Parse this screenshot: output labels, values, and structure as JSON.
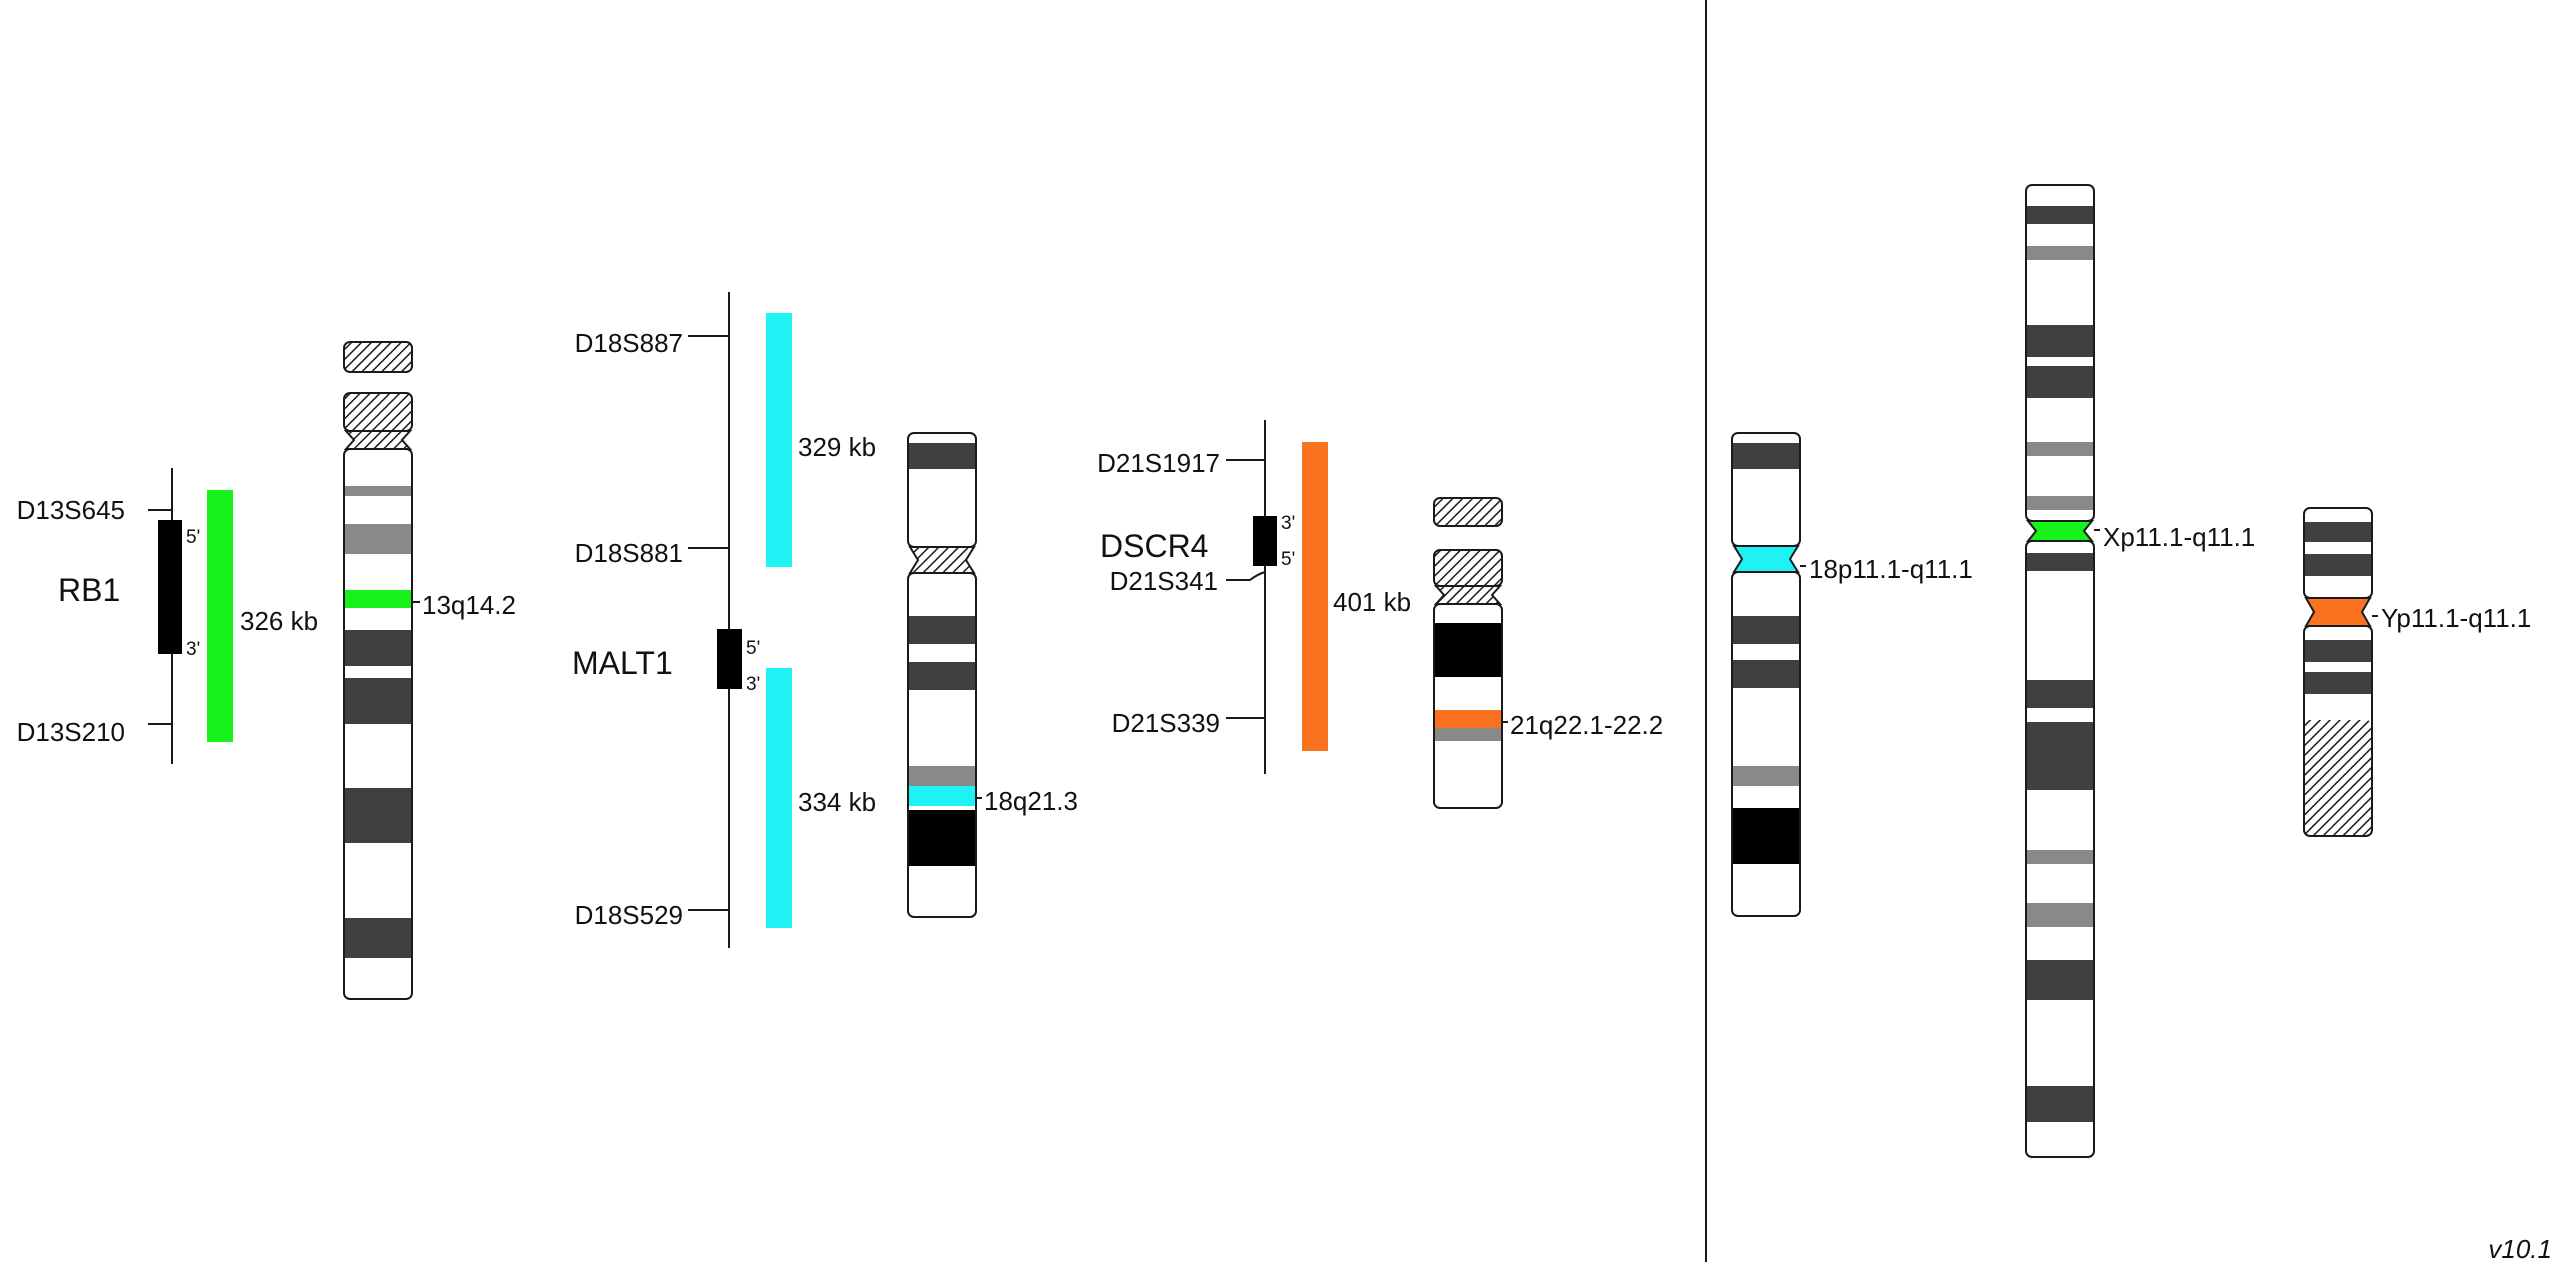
{
  "colors": {
    "green": "#17f21b",
    "aqua": "#1ef2f4",
    "orange": "#f97220",
    "dark_band": "#404040",
    "gray_band": "#898989",
    "black": "#000000"
  },
  "version": "v10.1",
  "probes": {
    "rb1": {
      "gene": "RB1",
      "marker_top": "D13S645",
      "marker_bottom": "D13S210",
      "end_top": "5'",
      "end_bottom": "3'",
      "size": "326 kb",
      "band_label": "13q14.2"
    },
    "malt1": {
      "gene": "MALT1",
      "marker_1": "D18S887",
      "marker_2": "D18S881",
      "marker_3": "D18S529",
      "end_top": "5'",
      "end_bottom": "3'",
      "size_upper": "329 kb",
      "size_lower": "334 kb",
      "band_label": "18q21.3"
    },
    "dscr4": {
      "gene": "DSCR4",
      "marker_1": "D21S1917",
      "marker_2": "D21S341",
      "marker_3": "D21S339",
      "end_top": "3'",
      "end_bottom": "5'",
      "size": "401 kb",
      "band_label": "21q22.1-22.2"
    }
  },
  "centromere_probes": {
    "chr18": "18p11.1-q11.1",
    "chrX": "Xp11.1-q11.1",
    "chrY": "Yp11.1-q11.1"
  }
}
